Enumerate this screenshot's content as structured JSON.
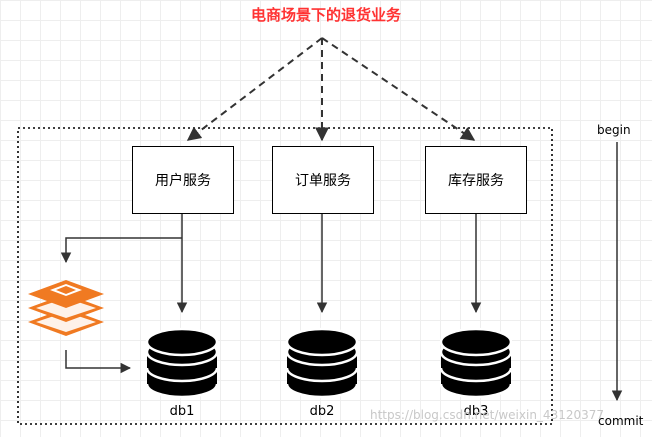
{
  "title": "电商场景下的退货业务",
  "services": [
    {
      "label": "用户服务"
    },
    {
      "label": "订单服务"
    },
    {
      "label": "库存服务"
    }
  ],
  "databases": [
    {
      "label": "db1"
    },
    {
      "label": "db2"
    },
    {
      "label": "db3"
    }
  ],
  "side": {
    "begin": "begin",
    "commit": "commit"
  },
  "watermark": "https://blog.csdn.net/weixin_43120377",
  "colors": {
    "title": "#ff3333",
    "cache": "#f07a22",
    "line": "#000000"
  }
}
